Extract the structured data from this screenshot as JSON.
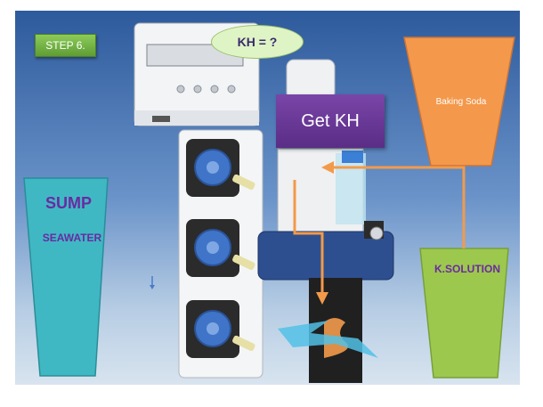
{
  "step": "STEP 6.",
  "bubble": "KH = ?",
  "action": "Get KH",
  "containers": {
    "sump_title": "SUMP",
    "sump_sub": "SEAWATER",
    "baking_soda": "Baking Soda",
    "k_solution": "K.SOLUTION"
  },
  "colors": {
    "sump": "#3fb8c4",
    "baking_soda": "#f4984b",
    "k_solution": "#9cc84e",
    "arrow": "#f39a4a",
    "action_box": "#6a3a97"
  }
}
